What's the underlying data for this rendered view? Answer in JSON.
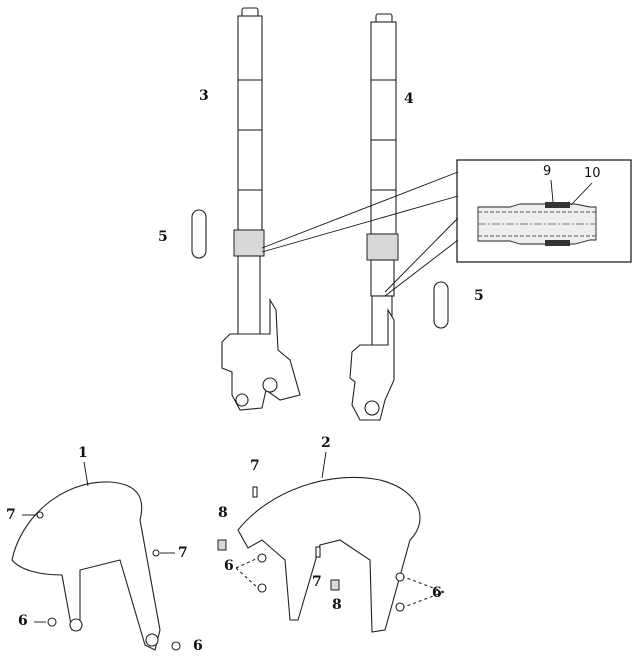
{
  "labels": {
    "fork_left": "3",
    "fork_right": "4",
    "guard_left": "5",
    "guard_right": "5",
    "detail_seal": "9",
    "detail_ring": "10",
    "fender_standard": "1",
    "fender_sport": "2",
    "screw_a": "7",
    "screw_b": "7",
    "screw_c": "7",
    "screw_d": "7",
    "nut_a": "8",
    "nut_b": "8",
    "bolt_a": "6",
    "bolt_b": "6",
    "bolt_c": "6",
    "bolt_d": "6"
  }
}
